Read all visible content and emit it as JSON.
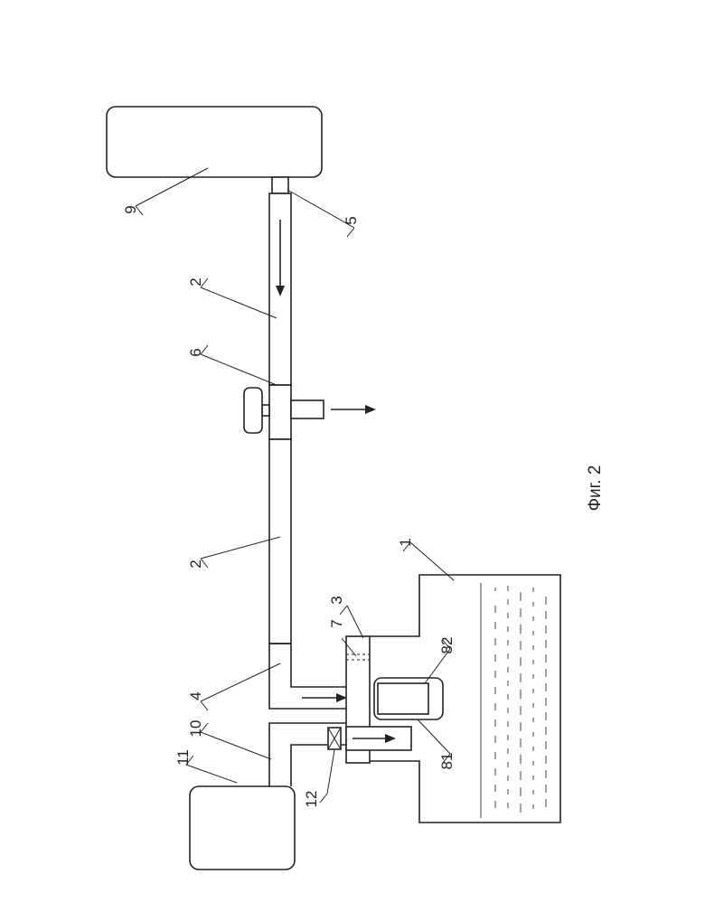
{
  "figure": {
    "caption": "Фиг. 2"
  },
  "labels": {
    "l1": "1",
    "l2a": "2",
    "l2b": "2",
    "l3": "3",
    "l4": "4",
    "l5": "5",
    "l6": "6",
    "l7": "7",
    "l9": "9",
    "l10": "10",
    "l11": "11",
    "l12": "12",
    "l81": "81",
    "l82": "82"
  }
}
